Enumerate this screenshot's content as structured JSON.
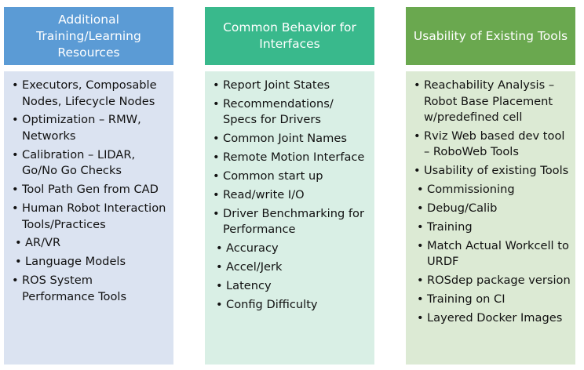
{
  "columns": [
    {
      "title": "Additional Training/Learning Resources",
      "items": [
        {
          "text": "Executors, Composable Nodes, Lifecycle Nodes",
          "level": 1
        },
        {
          "text": "Optimization – RMW, Networks",
          "level": 1
        },
        {
          "text": "Calibration – LIDAR, Go/No Go Checks",
          "level": 1
        },
        {
          "text": "Tool Path Gen from CAD",
          "level": 1
        },
        {
          "text": "Human Robot Interaction Tools/Practices",
          "level": 1
        },
        {
          "text": "AR/VR",
          "level": 2
        },
        {
          "text": "Language Models",
          "level": 2
        },
        {
          "text": "ROS System Performance Tools",
          "level": 1
        }
      ]
    },
    {
      "title": "Common Behavior for Interfaces",
      "items": [
        {
          "text": "Report Joint States",
          "level": 1
        },
        {
          "text": "Recommendations/ Specs for Drivers",
          "level": 1
        },
        {
          "text": "Common Joint Names",
          "level": 1
        },
        {
          "text": "Remote Motion Interface",
          "level": 1
        },
        {
          "text": "Common start up",
          "level": 1
        },
        {
          "text": "Read/write I/O",
          "level": 1
        },
        {
          "text": "Driver Benchmarking for Performance",
          "level": 1
        },
        {
          "text": "Accuracy",
          "level": 2
        },
        {
          "text": "Accel/Jerk",
          "level": 2
        },
        {
          "text": "Latency",
          "level": 2
        },
        {
          "text": "Config Difficulty",
          "level": 2
        }
      ]
    },
    {
      "title": "Usability of Existing Tools",
      "items": [
        {
          "text": "Reachability Analysis – Robot Base Placement w/predefined cell",
          "level": 1
        },
        {
          "text": "Rviz Web based dev tool – RoboWeb Tools",
          "level": 1
        },
        {
          "text": "Usability of existing Tools",
          "level": 1
        },
        {
          "text": "Commissioning",
          "level": 2
        },
        {
          "text": "Debug/Calib",
          "level": 2
        },
        {
          "text": "Training",
          "level": 2
        },
        {
          "text": "Match Actual Workcell to URDF",
          "level": 2
        },
        {
          "text": "ROSdep package version",
          "level": 2
        },
        {
          "text": "Training on CI",
          "level": 2
        },
        {
          "text": "Layered Docker Images",
          "level": 2
        }
      ]
    }
  ]
}
